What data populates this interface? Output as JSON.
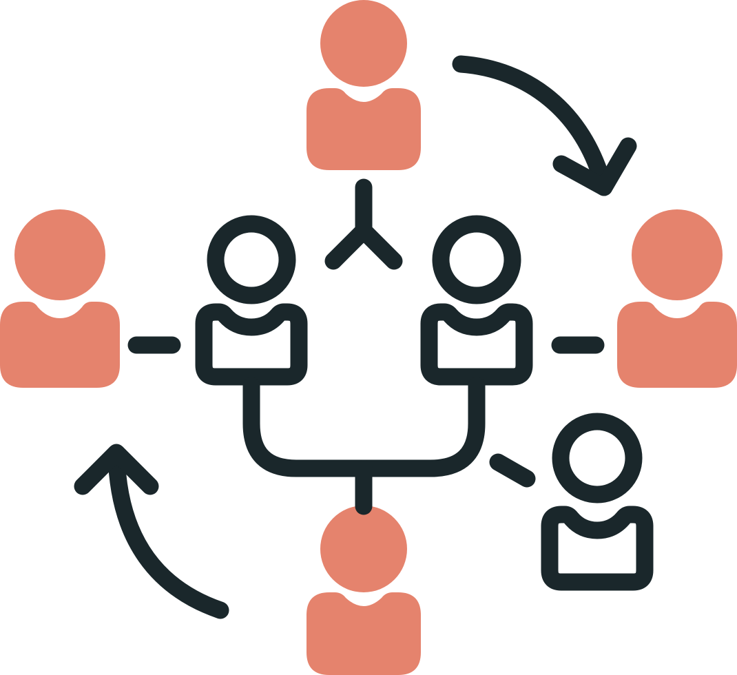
{
  "icon": {
    "name": "team-network-icon",
    "colors": {
      "accent": "#E5836D",
      "outline": "#1A272B",
      "background": "#FFFFFF"
    },
    "people": [
      {
        "id": "person-top",
        "style": "filled"
      },
      {
        "id": "person-left",
        "style": "filled"
      },
      {
        "id": "person-right",
        "style": "filled"
      },
      {
        "id": "person-bottom",
        "style": "filled"
      },
      {
        "id": "person-center-left",
        "style": "outline"
      },
      {
        "id": "person-center-right",
        "style": "outline"
      },
      {
        "id": "person-lower-right",
        "style": "outline"
      }
    ],
    "arrows": [
      {
        "id": "arrow-top-right",
        "direction": "clockwise"
      },
      {
        "id": "arrow-bottom-left",
        "direction": "clockwise"
      }
    ]
  }
}
